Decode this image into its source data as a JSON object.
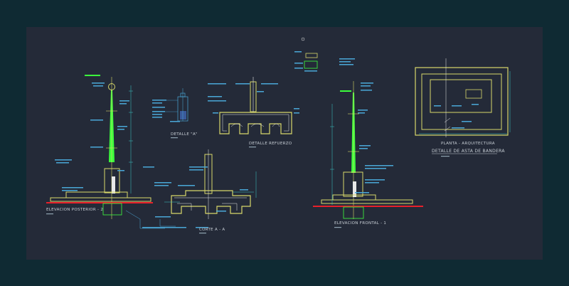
{
  "labels": {
    "detalle_a": "DETALLE \"A\"",
    "detalle_refuerzo": "DETALLE REFUERZO",
    "elevacion_posterior": "ELEVACION POSTERIOR - 2",
    "corte": "CORTE A - A",
    "elevacion_frontal": "ELEVACION FRONTAL - 1",
    "planta": "PLANTA - ARQUITECTURA",
    "main_title": "DETALLE DE ASTA DE BANDERA"
  },
  "colors": {
    "background": "#0f2a33",
    "drawing_area": "#242a38",
    "pole": "#3cff3c",
    "outline": "#d8d86a",
    "ground_line": "#e8202a",
    "dimension": "#3cc8c8",
    "annotation": "#4aa8d8",
    "text": "#c8cfd6"
  }
}
